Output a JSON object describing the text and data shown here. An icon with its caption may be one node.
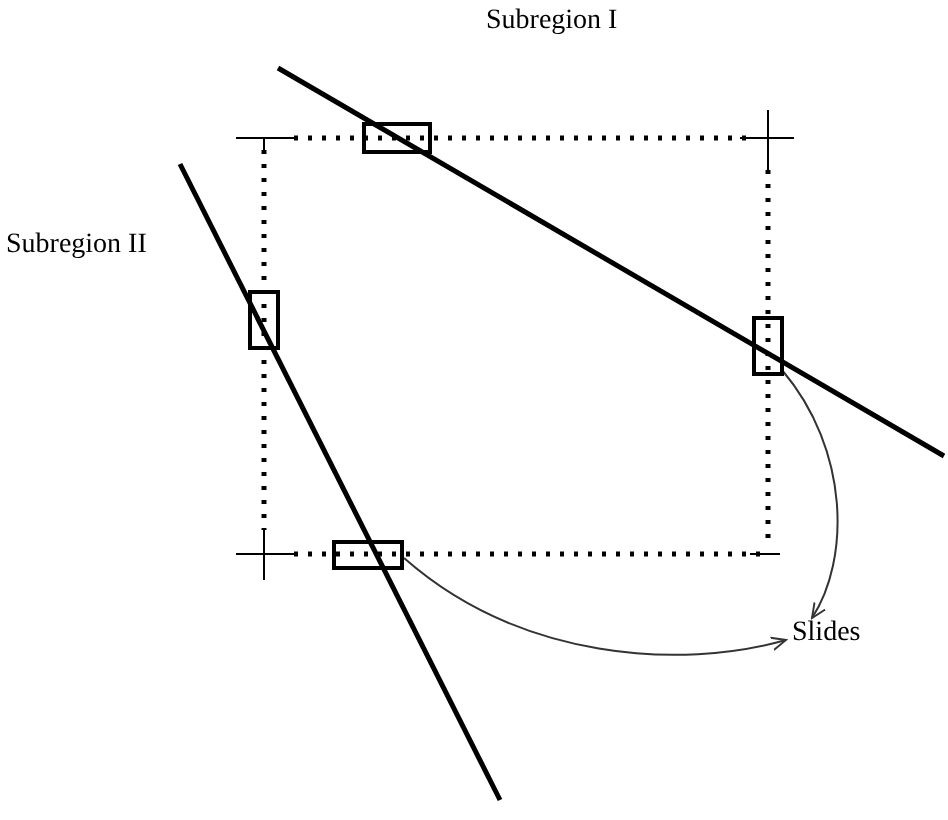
{
  "diagram": {
    "nodes": [
      {
        "text": [],
        "shape": "box"
      },
      {
        "text": [],
        "shape": "box"
      },
      {
        "text": [],
        "shape": "box"
      },
      {
        "text": [],
        "shape": "box"
      },
      {
        "text": [
          "Slides"
        ]
      }
    ],
    "edges": [
      {
        "from": 2,
        "to": 4,
        "arrow": "to"
      },
      {
        "from": 3,
        "to": 4,
        "arrow": "to"
      }
    ],
    "labels": [
      "Subregion I",
      "Subregion II"
    ]
  }
}
